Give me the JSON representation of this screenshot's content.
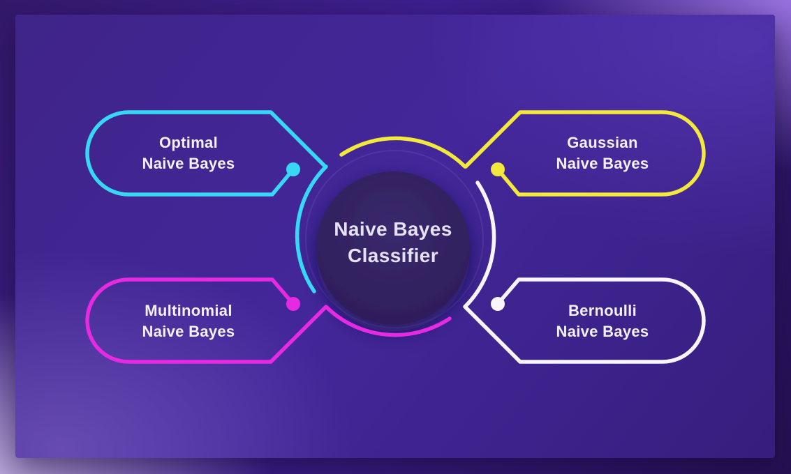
{
  "diagram_title": {
    "line1": "Naive Bayes",
    "line2": "Classifier"
  },
  "nodes": [
    {
      "label_line1": "Optimal",
      "label_line2": "Naive Bayes",
      "color": "#38d8f5",
      "position": "top-left"
    },
    {
      "label_line1": "Gaussian",
      "label_line2": "Naive Bayes",
      "color": "#f3e83c",
      "position": "top-right"
    },
    {
      "label_line1": "Multinomial",
      "label_line2": "Naive Bayes",
      "color": "#e62ae1",
      "position": "bottom-left"
    },
    {
      "label_line1": "Bernoulli",
      "label_line2": "Naive Bayes",
      "color": "#f8f6fc",
      "position": "bottom-right"
    }
  ],
  "colors": {
    "center_disk": "#32215f",
    "card_background": "#43279a",
    "canvas_dark": "#251153",
    "canvas_light": "#c9b9e2",
    "text": "#f4f1fb"
  }
}
